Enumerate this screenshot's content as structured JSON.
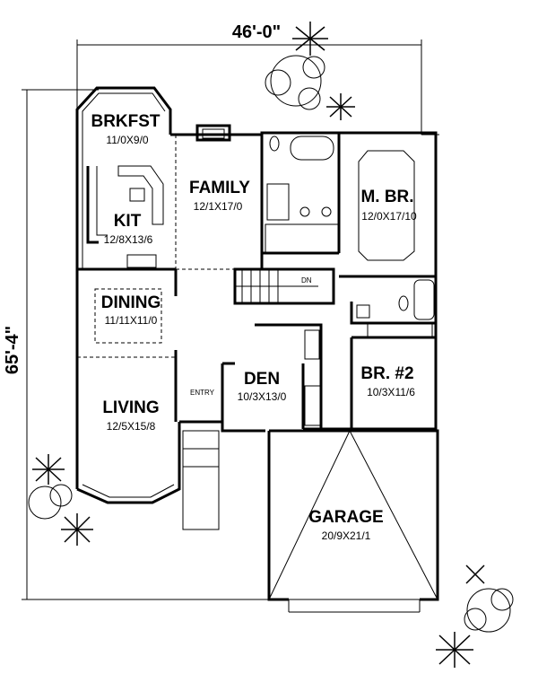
{
  "overall": {
    "width": "46'-0\"",
    "depth": "65'-4\""
  },
  "rooms": {
    "brkfst": {
      "name": "BRKFST",
      "size": "11/0X9/0"
    },
    "family": {
      "name": "FAMILY",
      "size": "12/1X17/0"
    },
    "master": {
      "name": "M. BR.",
      "size": "12/0X17/10"
    },
    "kit": {
      "name": "KIT",
      "size": "12/8X13/6"
    },
    "dining": {
      "name": "DINING",
      "size": "11/11X11/0"
    },
    "living": {
      "name": "LIVING",
      "size": "12/5X15/8"
    },
    "den": {
      "name": "DEN",
      "size": "10/3X13/0"
    },
    "br2": {
      "name": "BR. #2",
      "size": "10/3X11/6"
    },
    "garage": {
      "name": "GARAGE",
      "size": "20/9X21/1"
    }
  },
  "labels": {
    "entry": "ENTRY",
    "stair_dn": "DN"
  }
}
